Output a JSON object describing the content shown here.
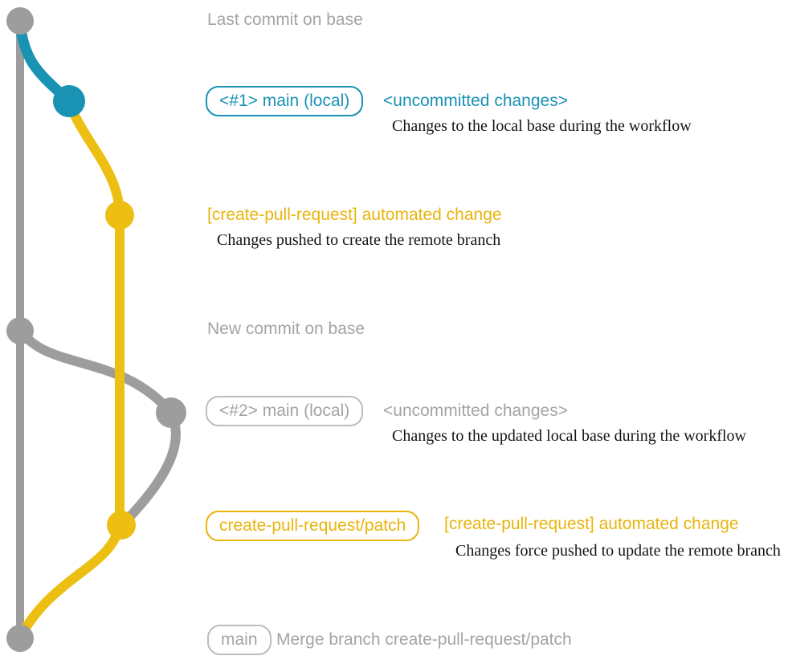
{
  "colors": {
    "graph_gray": "#9d9d9d",
    "graph_blue": "#1a92b4",
    "graph_yellow": "#edbf12",
    "text_gray": "#a4a4a4",
    "text_blue": "#1a92b4",
    "text_yellow": "#e9b40c",
    "desc_black": "#141414"
  },
  "branches": [
    {
      "name": "base",
      "color": "#9d9d9d"
    },
    {
      "name": "main-local",
      "color": "#1a92b4"
    },
    {
      "name": "create-pull-request-patch",
      "color": "#edbf12"
    }
  ],
  "commits": {
    "c1": {
      "title": "Last commit on base"
    },
    "c2": {
      "branch_label": "<#1> main (local)",
      "status": "<uncommitted changes>",
      "description": "Changes to the local base during the workflow"
    },
    "c3": {
      "title": "[create-pull-request] automated change",
      "description": "Changes pushed to create the remote branch"
    },
    "c4": {
      "title": "New commit on base"
    },
    "c5": {
      "branch_label": "<#2> main (local)",
      "status": "<uncommitted changes>",
      "description": "Changes to the updated local base during the workflow"
    },
    "c6": {
      "branch_label": "create-pull-request/patch",
      "title": "[create-pull-request] automated change",
      "description": "Changes force pushed to update the remote branch"
    },
    "c7": {
      "branch_label": "main",
      "title": "Merge branch create-pull-request/patch"
    }
  }
}
